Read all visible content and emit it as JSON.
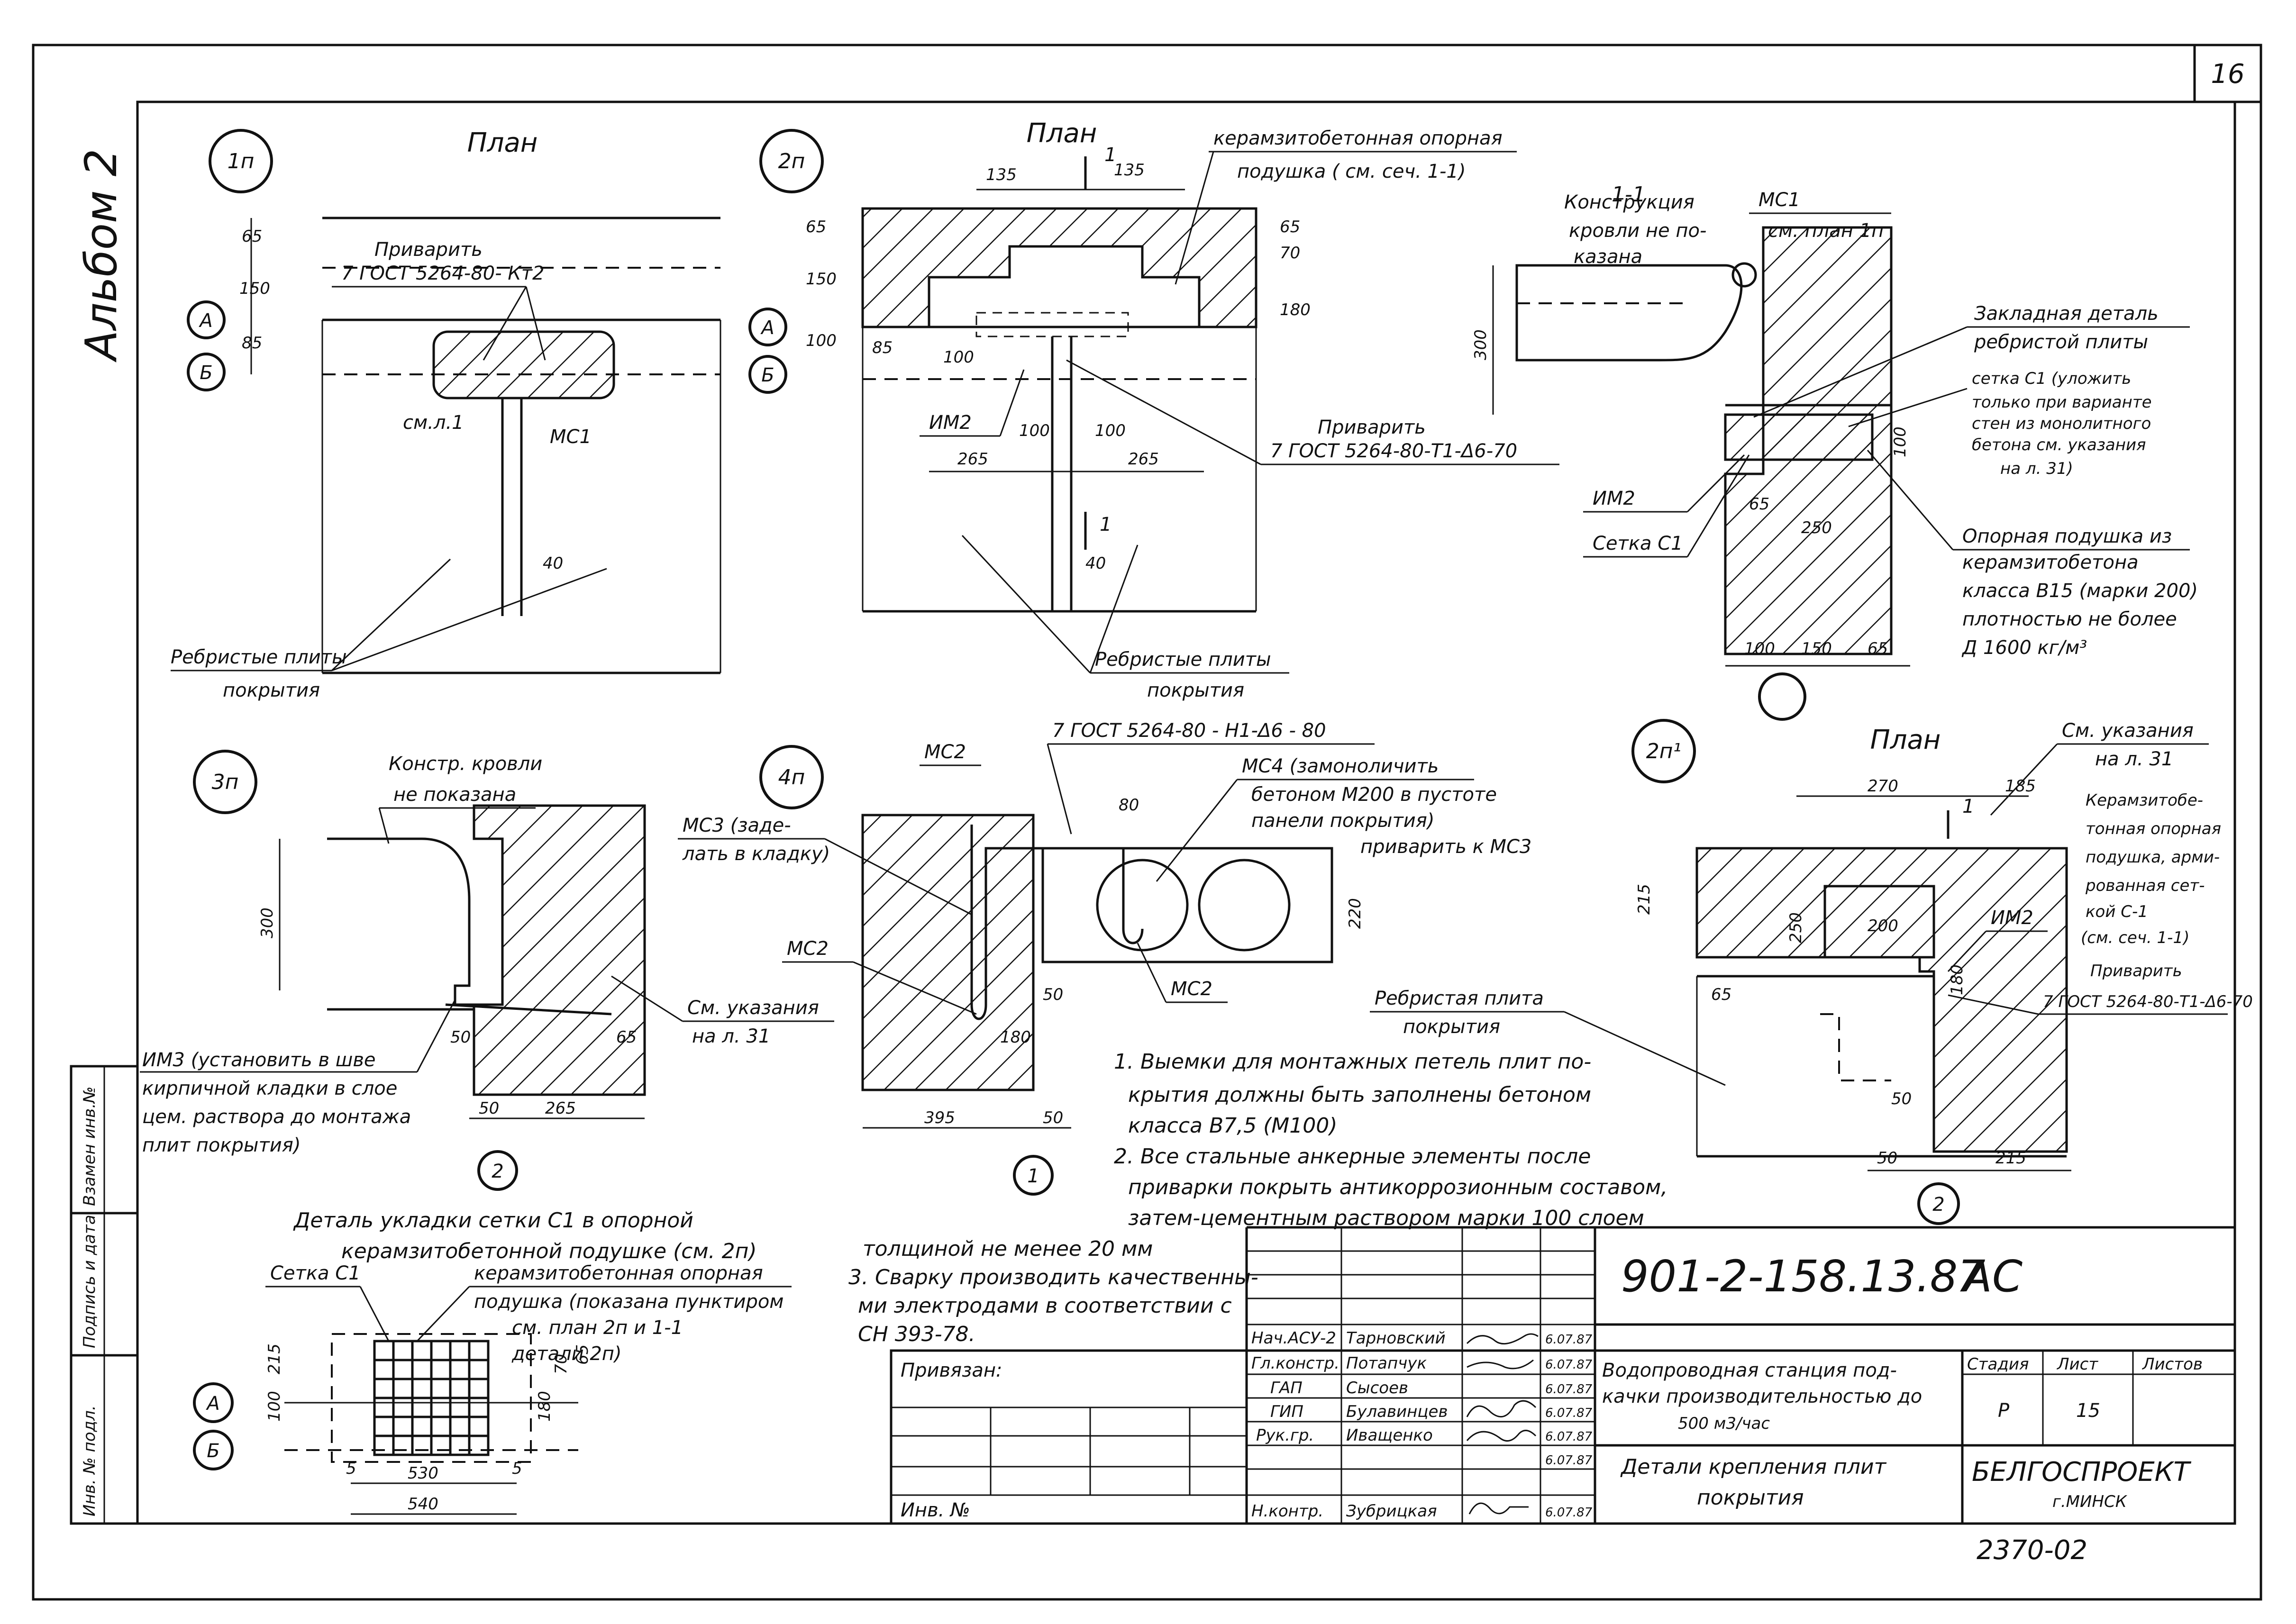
{
  "sheet_number": "16",
  "album_label": "Альбом 2",
  "side_columns": [
    "Инв. № подл.",
    "Подпись и дата",
    "Взамен инв.№"
  ],
  "details": {
    "d1p": {
      "marker": "1п",
      "title": "План",
      "weld_label": "Приварить",
      "weld_spec": "7 ГОСТ 5264-80- Кт2",
      "ref_label": "см.л.1",
      "part_label": "МС1",
      "dims": [
        "65",
        "150",
        "85",
        "40"
      ],
      "axes": [
        "А",
        "Б"
      ],
      "slab_label_1": "Ребристые плиты",
      "slab_label_2": "покрытия"
    },
    "d2p": {
      "marker": "2п",
      "title": "План",
      "cushion_1": "керамзитобетонная опорная",
      "cushion_2": "подушка ( см. сеч. 1-1)",
      "cut": "1",
      "weld_label": "Приварить",
      "weld_spec": "7 ГОСТ 5264-80-Т1-Δ6-70",
      "im2": "ИМ2",
      "dims": [
        "135",
        "135",
        "65",
        "150",
        "100",
        "85",
        "100",
        "100",
        "100",
        "265",
        "265",
        "70",
        "65",
        "180",
        "40"
      ],
      "axes": [
        "А",
        "Б"
      ],
      "slab_label_1": "Ребристые плиты",
      "slab_label_2": "покрытия"
    },
    "s11": {
      "title": "1-1",
      "mc1": "МС1",
      "mc1_ref": "см. план 1п",
      "roof_1": "Конструкция",
      "roof_2": "кровли не по-",
      "roof_3": "казана",
      "emb_1": "Закладная деталь",
      "emb_2": "ребристой плиты",
      "mesh_1": "сетка С1 (уложить",
      "mesh_2": "только при варианте",
      "mesh_3": "стен из монолитного",
      "mesh_4": "бетона см. указания",
      "mesh_5": "на л. 31)",
      "im2": "ИМ2",
      "mesh_c1": "Сетка С1",
      "cush_1": "Опорная подушка из",
      "cush_2": "керамзитобетона",
      "cush_3": "класса В15 (марки 200)",
      "cush_4": "плотностью не более",
      "cush_5": "Д 1600 кг/м³",
      "dims": [
        "300",
        "65",
        "250",
        "100",
        "100",
        "150",
        "65"
      ]
    },
    "d3p": {
      "marker": "3п",
      "roof_1": "Констр. кровли",
      "roof_2": "не показана",
      "dim_h": "300",
      "ref_1": "См. указания",
      "ref_2": "на л. 31",
      "im3_1": "ИМ3 (установить в шве",
      "im3_2": "кирпичной кладки в слое",
      "im3_3": "цем. раствора до монтажа",
      "im3_4": "плит покрытия)",
      "dims": [
        "50",
        "65",
        "50",
        "265"
      ],
      "axis": "2"
    },
    "d4p": {
      "marker": "4п",
      "mc2_top": "МС2",
      "weld": "7 ГОСТ 5264-80 - Н1-Δ6 - 80",
      "mc4_1": "МС4 (замоноличить",
      "mc4_2": "бетоном М200 в пустоте",
      "mc4_3": "панели покрытия)",
      "mc3_weld": "приварить к МС3",
      "mc3_1": "МС3 (заде-",
      "mc3_2": "лать в кладку)",
      "mc2_left": "МС2",
      "mc2_right": "МС2",
      "dims": [
        "80",
        "220",
        "50",
        "180",
        "395",
        "50"
      ],
      "axis": "1"
    },
    "d2p1": {
      "marker": "2п¹",
      "title": "План",
      "ref_1": "См. указания",
      "ref_2": "на л. 31",
      "cush_1": "Керамзитобе-",
      "cush_2": "тонная опорная",
      "cush_3": "подушка, арми-",
      "cush_4": "рованная сет-",
      "cush_5": "кой С-1",
      "cush_6": "(см. сеч. 1-1)",
      "weld_1": "Приварить",
      "weld_2": "7 ГОСТ 5264-80-Т1-Δ6-70",
      "im2": "ИМ2",
      "slab_1": "Ребристая плита",
      "slab_2": "покрытия",
      "dims": [
        "270",
        "185",
        "215",
        "250",
        "200",
        "65",
        "180",
        "50",
        "50",
        "215"
      ],
      "cut": "1",
      "axis": "2"
    },
    "mesh": {
      "title_1": "Деталь укладки сетки С1 в опорной",
      "title_2": "керамзитобетонной подушке (см. 2п)",
      "mesh_label": "Сетка С1",
      "cush_1": "керамзитобетонная опорная",
      "cush_2": "подушка (показана пунктиром",
      "cush_3": "см. план 2п и 1-1",
      "cush_4": "детали 2п)",
      "dims": [
        "215",
        "100",
        "180",
        "70",
        "65",
        "5",
        "5",
        "530",
        "540"
      ],
      "axes": [
        "А",
        "Б"
      ]
    }
  },
  "notes": [
    "1. Выемки для монтажных петель плит по-",
    "крытия должны быть заполнены бетоном",
    "класса В7,5 (М100)",
    "2. Все стальные анкерные элементы после",
    "приварки покрыть антикоррозионным составом,",
    "затем-цементным раствором марки 100 слоем",
    "толщиной не менее 20 мм",
    "3. Сварку производить качественны-",
    "ми электродами в соответствии с",
    "СН 393-78."
  ],
  "title_block": {
    "doc_code": "901-2-158.13.87",
    "doc_suffix": "АС",
    "bound_label": "Привязан:",
    "inv_label": "Инв. №",
    "roles": [
      "Нач.АСУ-2",
      "Гл.констр.",
      "ГАП",
      "ГИП",
      "Рук.гр.",
      "",
      "Н.контр."
    ],
    "names": [
      "Тарновский",
      "Потапчук",
      "Сысоев",
      "Булавинцев",
      "Иващенко",
      "",
      "Зубрицкая"
    ],
    "dates": [
      "6.07.87",
      "6.07.87",
      "6.07.87",
      "6.07.87",
      "6.07.87",
      "6.07.87",
      "6.07.87"
    ],
    "project_1": "Водопроводная станция под-",
    "project_2": "качки производительностью до",
    "project_3": "500 м3/час",
    "sheet_title_1": "Детали крепления плит",
    "sheet_title_2": "покрытия",
    "stage_label": "Стадия",
    "sheet_label": "Лист",
    "sheets_label": "Листов",
    "stage": "Р",
    "sheet": "15",
    "org": "БЕЛГОСПРОЕКТ",
    "city": "г.МИНСК"
  },
  "stamp_number": "2370-02"
}
